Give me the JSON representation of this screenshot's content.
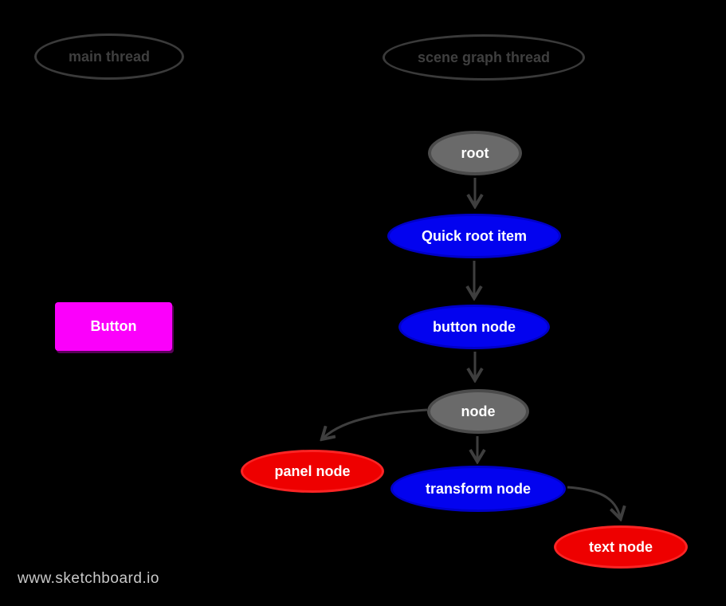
{
  "watermark": "www.sketchboard.io",
  "lanes": [
    {
      "id": "main-thread",
      "label": "main thread"
    },
    {
      "id": "scene-graph-thread",
      "label": "scene graph thread"
    }
  ],
  "nodes": [
    {
      "id": "root",
      "label": "root",
      "color": "gray"
    },
    {
      "id": "quick-root-item",
      "label": "Quick root item",
      "color": "blue"
    },
    {
      "id": "button-node",
      "label": "button node",
      "color": "blue"
    },
    {
      "id": "node",
      "label": "node",
      "color": "gray"
    },
    {
      "id": "panel-node",
      "label": "panel node",
      "color": "red"
    },
    {
      "id": "transform-node",
      "label": "transform node",
      "color": "blue"
    },
    {
      "id": "text-node",
      "label": "text node",
      "color": "red"
    }
  ],
  "edges": [
    {
      "from": "root",
      "to": "quick-root-item"
    },
    {
      "from": "quick-root-item",
      "to": "button-node"
    },
    {
      "from": "button-node",
      "to": "node"
    },
    {
      "from": "node",
      "to": "panel-node"
    },
    {
      "from": "node",
      "to": "transform-node"
    },
    {
      "from": "transform-node",
      "to": "text-node"
    }
  ],
  "button": {
    "label": "Button"
  },
  "palette": {
    "background": "#000000",
    "lane_stroke": "#3a3a3a",
    "lane_text": "#3f3f3f",
    "arrow": "#3e3e3e",
    "gray_fill": "#6a6a6a",
    "gray_border": "#4b4b4b",
    "blue_fill": "#0303ef",
    "red_fill": "#ee0000",
    "magenta_button": "#fb00fb",
    "node_text": "#ffffff",
    "watermark_text": "#c9c9c9"
  }
}
